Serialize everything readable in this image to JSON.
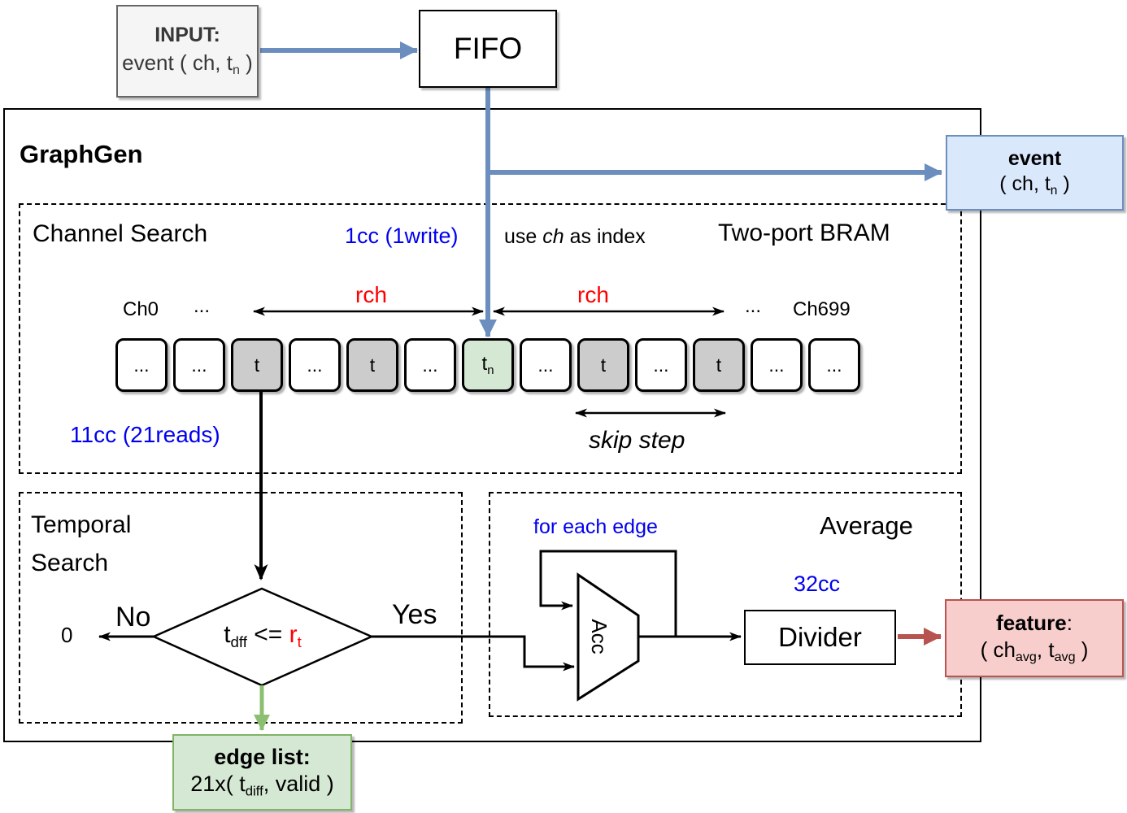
{
  "input_box": {
    "title": "INPUT:",
    "value_pre": "event ( ch, t",
    "value_sub": "n",
    "value_post": " )"
  },
  "fifo": {
    "label": "FIFO"
  },
  "graphgen": {
    "title": "GraphGen"
  },
  "event_box": {
    "title": "event",
    "value_pre": "( ch, t",
    "value_sub": "n",
    "value_post": " )"
  },
  "channel_search": {
    "title": "Channel Search",
    "write_latency": "1cc (1write)",
    "index_pre": "use ",
    "index_var": "ch",
    "index_post": " as index",
    "bram": "Two-port BRAM",
    "ch0": "Ch0",
    "dots_after_ch0": "...",
    "dots_before_ch699": "...",
    "ch699": "Ch699",
    "rch_left": "rch",
    "rch_right": "rch",
    "read_latency": "11cc (21reads)",
    "skip_step": "skip step",
    "cells": [
      {
        "label": "..."
      },
      {
        "label": "..."
      },
      {
        "label": "t"
      },
      {
        "label": "..."
      },
      {
        "label": "t"
      },
      {
        "label": "..."
      },
      {
        "label": "t",
        "sub": "n"
      },
      {
        "label": "..."
      },
      {
        "label": "t"
      },
      {
        "label": "..."
      },
      {
        "label": "t"
      },
      {
        "label": "..."
      },
      {
        "label": "..."
      }
    ]
  },
  "temporal_search": {
    "title_line1": "Temporal",
    "title_line2": "Search",
    "no": "No",
    "zero": "0",
    "yes": "Yes",
    "cond_var": "t",
    "cond_var_sub": "dff",
    "cond_op": " <= ",
    "cond_thr": "r",
    "cond_thr_sub": "t"
  },
  "average": {
    "title": "Average",
    "loop_note": "for each edge",
    "acc": "Acc",
    "latency": "32cc",
    "divider": "Divider"
  },
  "feature_box": {
    "title": "feature",
    "title_colon": ":",
    "value_pre": "( ch",
    "value_sub1": "avg",
    "value_mid": ", t",
    "value_sub2": "avg",
    "value_post": " )"
  },
  "edge_list": {
    "title": "edge list:",
    "value_pre": "21x( t",
    "value_sub": "diff",
    "value_post": ", valid )"
  },
  "colors": {
    "blue_arrow": "#6c8ebf",
    "blue_fill": "#dae8fc",
    "blue_text": "#0000f0",
    "red_text": "#ff0000",
    "dark_red_arrow": "#b85450",
    "red_fill": "#f8cecc",
    "green_border": "#82b366",
    "green_arrow": "#8cbf72",
    "green_fill": "#d5e8d4",
    "gray_cell_fill": "#cccccc",
    "input_fill": "#f5f5f5",
    "input_border": "#666666"
  }
}
